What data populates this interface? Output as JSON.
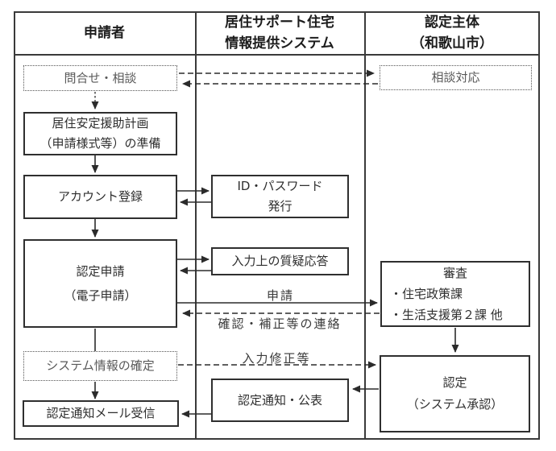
{
  "columns": [
    {
      "id": "applicant",
      "header_lines": [
        "申請者"
      ]
    },
    {
      "id": "system",
      "header_lines": [
        "居住サポート住宅",
        "情報提供システム"
      ]
    },
    {
      "id": "authority",
      "header_lines": [
        "認定主体",
        "（和歌山市）"
      ]
    }
  ],
  "boxes": {
    "inquiry": {
      "style": "dotted",
      "lines": [
        "問合せ・相談"
      ]
    },
    "consultation": {
      "style": "dotted",
      "lines": [
        "相談対応"
      ]
    },
    "plan": {
      "style": "solid",
      "lines": [
        "居住安定援助計画",
        "（申請様式等）の準備"
      ]
    },
    "account": {
      "style": "solid",
      "lines": [
        "アカウント登録"
      ]
    },
    "id_issue": {
      "style": "solid",
      "lines": [
        "ID・パスワード",
        "発行"
      ]
    },
    "application": {
      "style": "solid",
      "lines": [
        "認定申請",
        "（電子申請）"
      ]
    },
    "qa": {
      "style": "solid",
      "lines": [
        "入力上の質疑応答"
      ]
    },
    "review": {
      "style": "solid",
      "title": "審査",
      "items": [
        "・住宅政策課",
        "・生活支援第２課 他"
      ]
    },
    "system_info": {
      "style": "dotted",
      "lines": [
        "システム情報の確定"
      ]
    },
    "approval": {
      "style": "solid",
      "lines": [
        "認定",
        "（システム承認）"
      ]
    },
    "notice": {
      "style": "solid",
      "lines": [
        "認定通知・公表"
      ]
    },
    "mail": {
      "style": "solid",
      "lines": [
        "認定通知メール受信"
      ]
    }
  },
  "edge_labels": {
    "apply": "申請",
    "confirm_contact": "確認・補正等の連絡",
    "input_fix": "入力修正等"
  },
  "colors": {
    "line": "#3a3a3a",
    "box_border": "#2f2f2f",
    "text": "#2e2e2e",
    "muted_text": "#595959",
    "background": "#ffffff"
  }
}
